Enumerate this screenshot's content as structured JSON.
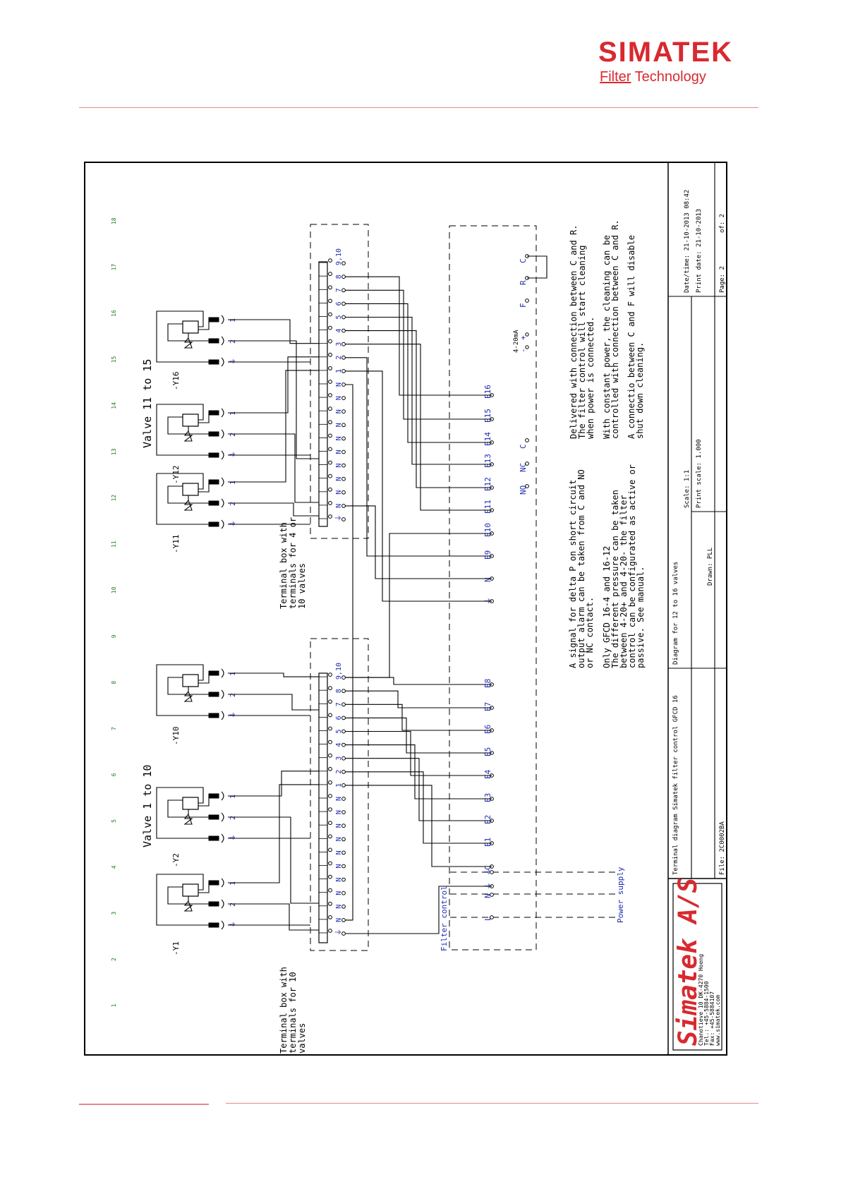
{
  "logo": {
    "brand": "SIMATEK",
    "sub_first": "Filter",
    "sub_rest": " Technology",
    "color": "#d8292f"
  },
  "colors": {
    "ink": "#000000",
    "blue": "#1f2bb3",
    "green": "#1a7a1a",
    "red": "#d8292f"
  },
  "grid_numbers": [
    "1",
    "2",
    "3",
    "4",
    "5",
    "6",
    "7",
    "8",
    "9",
    "10",
    "11",
    "12",
    "13",
    "14",
    "15",
    "16",
    "17",
    "18"
  ],
  "labels": {
    "valve_1_10": "Valve 1 to 10",
    "valve_11_15": "Valve 11 to 15",
    "tb10": [
      "Terminal box with",
      "terminals for 10",
      "valves"
    ],
    "tb4": [
      "Terminal box with",
      "terminals for 4 or",
      "10 valves"
    ],
    "filter_control": "Filter control",
    "power_supply": "Power supply",
    "ma": "4-20mA"
  },
  "valves": [
    "-Y1",
    "-Y2",
    "-Y10",
    "-Y11",
    "-Y12",
    "-Y16"
  ],
  "coil_pins": [
    "⏚",
    "2",
    "1"
  ],
  "tb1_terminals": [
    "⏚",
    "N",
    "N",
    "N",
    "N",
    "N",
    "N",
    "N",
    "N",
    "N",
    "N",
    "1",
    "2",
    "3",
    "4",
    "5",
    "6",
    "7",
    "8",
    "9,10"
  ],
  "tb2_terminals": [
    "⏚",
    "N",
    "N",
    "N",
    "N",
    "N",
    "N",
    "N",
    "N",
    "N",
    "N",
    "1",
    "2",
    "3",
    "4",
    "5",
    "6",
    "7",
    "8",
    "9,10"
  ],
  "power_terminals": [
    "L",
    "N",
    "⏚"
  ],
  "fc_terminals": [
    "⏚",
    "C",
    "E1",
    "E2",
    "E3",
    "E4",
    "E5",
    "E6",
    "E7",
    "E8",
    "⏚",
    "N",
    "E9",
    "E10",
    "E11",
    "E12",
    "E13",
    "E14",
    "E15",
    "E16"
  ],
  "alarm_terminals": [
    "NO",
    "NC",
    "C"
  ],
  "analog_terminals": [
    "-",
    "+"
  ],
  "remote_terminals": [
    "F",
    "R",
    "C"
  ],
  "notes": {
    "alarm": [
      "A signal for delta P on short circuit",
      "output alarm can be taken from C and NO",
      "or NC contact."
    ],
    "gfcd": [
      "Only GFCD 16-4 and 16-12",
      "The different pressure can be taken",
      "between 4-20+ and 4-20- the filter",
      "control can be configurated as active or",
      "passive. See manual."
    ],
    "delivered": [
      "Delivered with connection between C and R.",
      "The filter control will start cleaning",
      "when power is connected."
    ],
    "constant": [
      "With constant power, the cleaning can be",
      "controlled with connection between C and R."
    ],
    "connectio": [
      "A connectio between C and F will disable",
      "shut down cleaning."
    ]
  },
  "title_block": {
    "company": "Simatek A/S",
    "address": [
      "Chanotieve 10 DK-4270 Hoeng",
      "Tel.: +45-5884-1500",
      "Fax: +45-5884107",
      "www.simatek.com"
    ],
    "title": "Terminal diagram Simatek filter control GFCD 16",
    "file": "File: 2C0002BA",
    "diagram": "Diagram for 12 to 16 valves",
    "drawn": "Drawn: PLL",
    "scale": "Scale: 1:1",
    "print_scale": "Print scale: 1.000",
    "datetime": "Date/time: 21-10-2013 08:42",
    "print_date": "Print date: 21-10-2013",
    "page": "Page: 2",
    "of": "of: 2"
  }
}
